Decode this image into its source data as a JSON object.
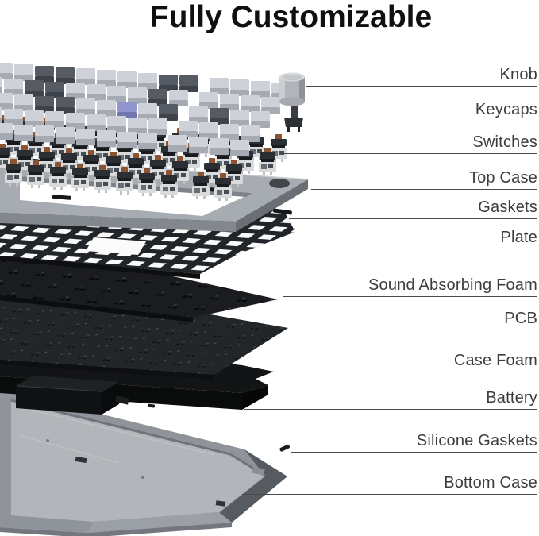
{
  "title": "Fully Customizable",
  "diagram": {
    "type": "exploded-keyboard-diagram",
    "callouts": [
      {
        "label": "Knob"
      },
      {
        "label": "Keycaps"
      },
      {
        "label": "Switches"
      },
      {
        "label": "Top Case"
      },
      {
        "label": "Gaskets"
      },
      {
        "label": "Plate"
      },
      {
        "label": "Sound Absorbing Foam"
      },
      {
        "label": "PCB"
      },
      {
        "label": "Case Foam"
      },
      {
        "label": "Battery"
      },
      {
        "label": "Silicone Gaskets"
      },
      {
        "label": "Bottom Case"
      }
    ]
  },
  "colors": {
    "title_text": "#101010",
    "label_text": "#3d3d3d",
    "leader_line": "#4a4a4a",
    "top_case_gray": "#a7acb2",
    "bottom_case_gray": "#8f949b",
    "keycap_light": "#ced2d8",
    "keycap_dark": "#555a63",
    "keycap_accent_purple": "#9095ce",
    "switch_brown": "#8a5430",
    "black_layers": "#1a1c1f",
    "background": "#ffffff"
  }
}
